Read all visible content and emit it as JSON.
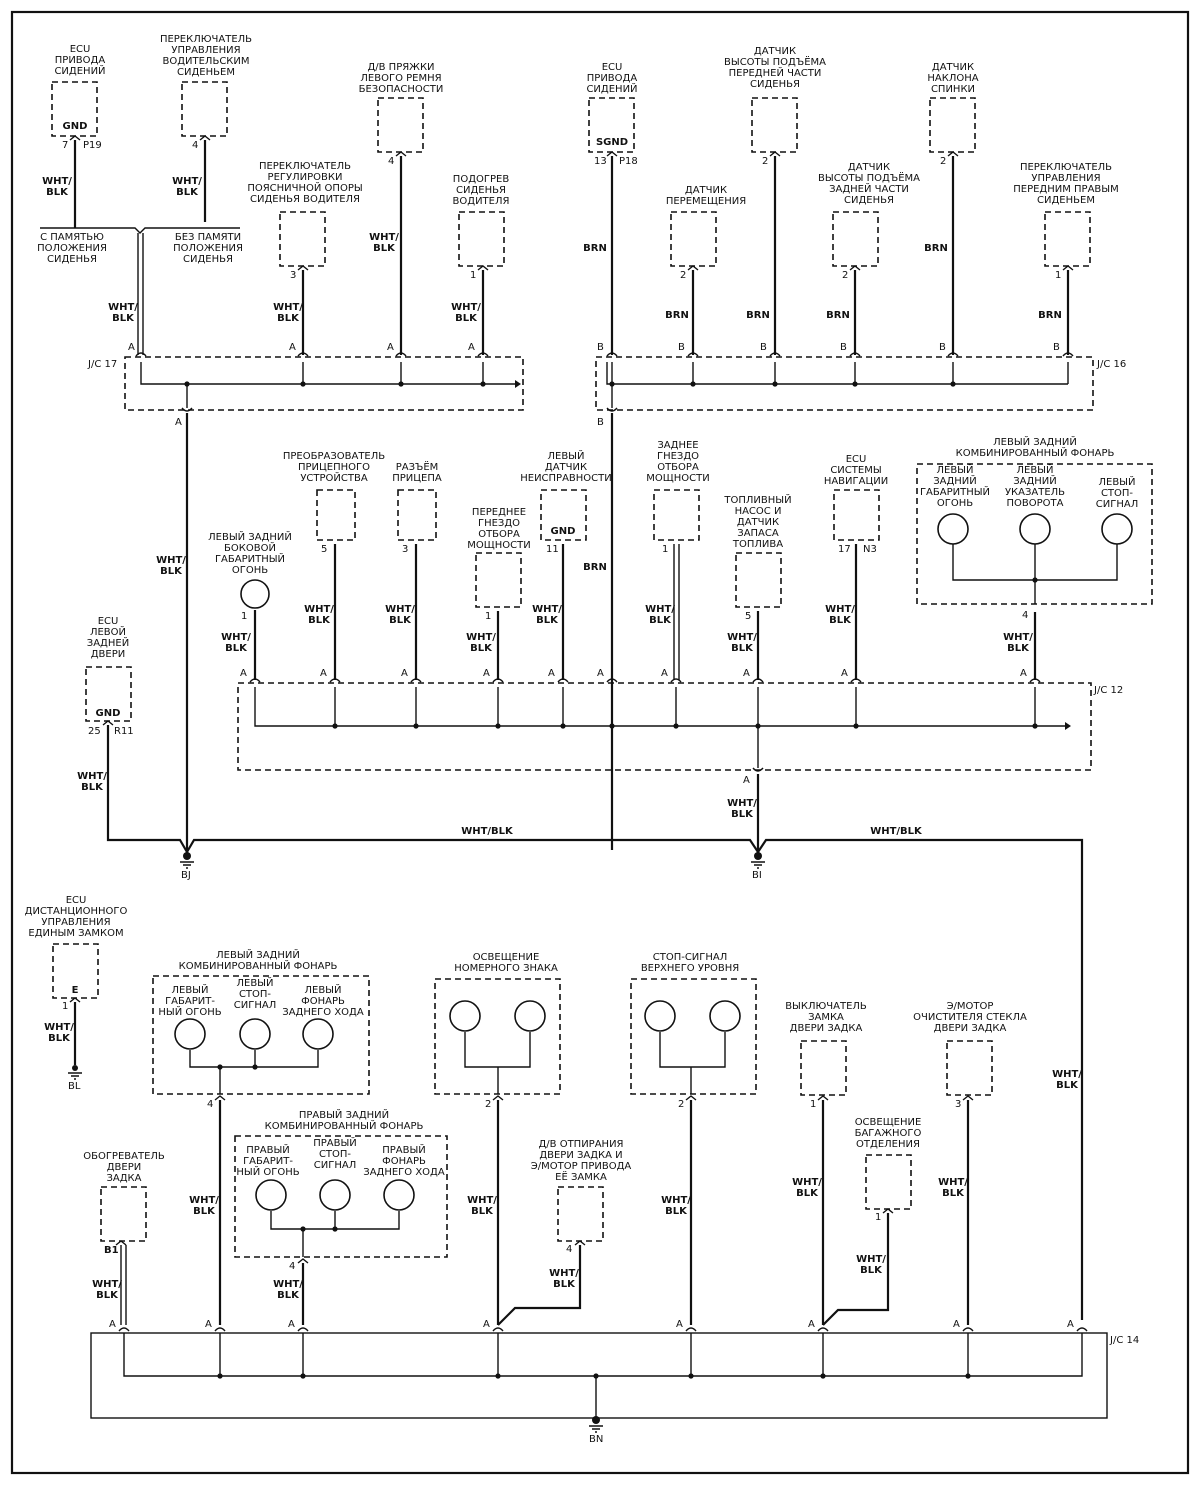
{
  "labels": {
    "wire_wht_blk": "WHT/",
    "wire_blk": "BLK",
    "wire_wht_blk_full": "WHT/BLK",
    "wire_brn": "BRN",
    "conn_a": "A",
    "conn_b": "B",
    "gnd": "GND",
    "sgnd": "SGND",
    "e": "E",
    "b1": "B1"
  },
  "junctions": {
    "jc17": "J/C 17",
    "jc16": "J/C 16",
    "jc12": "J/C 12",
    "jc14": "J/C 14"
  },
  "grounds": {
    "bj": "BJ",
    "bi": "BI",
    "bl": "BL",
    "bn": "BN"
  },
  "pins": {
    "p7": "7",
    "p19": "P19",
    "p4": "4",
    "p3": "3",
    "p1": "1",
    "p13": "13",
    "p18": "P18",
    "p2": "2",
    "p5": "5",
    "p11": "11",
    "p17": "17",
    "n3": "N3",
    "p25": "25",
    "r11": "R11"
  },
  "components": {
    "ecu_seat_left": [
      "ECU",
      "ПРИВОДА",
      "СИДЕНИЙ"
    ],
    "driver_seat_switch": [
      "ПЕРЕКЛЮЧАТЕЛЬ",
      "УПРАВЛЕНИЯ",
      "ВОДИТЕЛЬСКИМ",
      "СИДЕНЬЕМ"
    ],
    "buckle_sensor": [
      "Д/В ПРЯЖКИ",
      "ЛЕВОГО РЕМНЯ",
      "БЕЗОПАСНОСТИ"
    ],
    "lumbar_switch": [
      "ПЕРЕКЛЮЧАТЕЛЬ",
      "РЕГУЛИРОВКИ",
      "ПОЯСНИЧНОЙ ОПОРЫ",
      "СИДЕНЬЯ ВОДИТЕЛЯ"
    ],
    "seat_heater": [
      "ПОДОГРЕВ",
      "СИДЕНЬЯ",
      "ВОДИТЕЛЯ"
    ],
    "with_memory": [
      "С ПАМЯТЬЮ",
      "ПОЛОЖЕНИЯ",
      "СИДЕНЬЯ"
    ],
    "without_memory": [
      "БЕЗ ПАМЯТИ",
      "ПОЛОЖЕНИЯ",
      "СИДЕНЬЯ"
    ],
    "ecu_seat_right": [
      "ECU",
      "ПРИВОДА",
      "СИДЕНИЙ"
    ],
    "front_height_sensor": [
      "ДАТЧИК",
      "ВЫСОТЫ ПОДЪЁМА",
      "ПЕРЕДНЕЙ ЧАСТИ",
      "СИДЕНЬЯ"
    ],
    "recline_sensor": [
      "ДАТЧИК",
      "НАКЛОНА",
      "СПИНКИ"
    ],
    "slide_sensor": [
      "ДАТЧИК",
      "ПЕРЕМЕЩЕНИЯ"
    ],
    "rear_height_sensor": [
      "ДАТЧИК",
      "ВЫСОТЫ ПОДЪЁМА",
      "ЗАДНЕЙ ЧАСТИ",
      "СИДЕНЬЯ"
    ],
    "front_right_seat_switch": [
      "ПЕРЕКЛЮЧАТЕЛЬ",
      "УПРАВЛЕНИЯ",
      "ПЕРЕДНИМ ПРАВЫМ",
      "СИДЕНЬЕМ"
    ],
    "trailer_converter": [
      "ПРЕОБРАЗОВАТЕЛЬ",
      "ПРИЦЕПНОГО",
      "УСТРОЙСТВА"
    ],
    "trailer_connector": [
      "РАЗЪЁМ",
      "ПРИЦЕПА"
    ],
    "left_fault_sensor": [
      "ЛЕВЫЙ",
      "ДАТЧИК",
      "НЕИСПРАВНОСТИ"
    ],
    "rear_pto": [
      "ЗАДНЕЕ",
      "ГНЕЗДО",
      "ОТБОРА",
      "МОЩНОСТИ"
    ],
    "front_pto": [
      "ПЕРЕДНЕЕ",
      "ГНЕЗДО",
      "ОТБОРА",
      "МОЩНОСТИ"
    ],
    "fuel_pump": [
      "ТОПЛИВНЫЙ",
      "НАСОС И",
      "ДАТЧИК",
      "ЗАПАСА",
      "ТОПЛИВА"
    ],
    "nav_ecu": [
      "ECU",
      "СИСТЕМЫ",
      "НАВИГАЦИИ"
    ],
    "side_marker": [
      "ЛЕВЫЙ ЗАДНИЙ",
      "БОКОВОЙ",
      "ГАБАРИТНЫЙ",
      "ОГОНЬ"
    ],
    "left_combo_top": [
      "ЛЕВЫЙ ЗАДНИЙ",
      "КОМБИНИРОВАННЫЙ ФОНАРЬ"
    ],
    "lct_tail": [
      "ЛЕВЫЙ",
      "ЗАДНИЙ",
      "ГАБАРИТНЫЙ",
      "ОГОНЬ"
    ],
    "lct_turn": [
      "ЛЕВЫЙ",
      "ЗАДНИЙ",
      "УКАЗАТЕЛЬ",
      "ПОВОРОТА"
    ],
    "lct_stop": [
      "ЛЕВЫЙ",
      "СТОП-",
      "СИГНАЛ"
    ],
    "ecu_left_rear_door": [
      "ECU",
      "ЛЕВОЙ",
      "ЗАДНЕЙ",
      "ДВЕРИ"
    ],
    "ecu_keyless": [
      "ECU",
      "ДИСТАНЦИОННОГО",
      "УПРАВЛЕНИЯ",
      "ЕДИНЫМ ЗАМКОМ"
    ],
    "left_combo_bottom": [
      "ЛЕВЫЙ ЗАДНИЙ",
      "КОМБИНИРОВАННЫЙ ФОНАРЬ"
    ],
    "lcb_tail": [
      "ЛЕВЫЙ",
      "ГАБАРИТ-",
      "НЫЙ ОГОНЬ"
    ],
    "lcb_stop": [
      "ЛЕВЫЙ",
      "СТОП-",
      "СИГНАЛ"
    ],
    "lcb_reverse": [
      "ЛЕВЫЙ",
      "ФОНАРЬ",
      "ЗАДНЕГО ХОДА"
    ],
    "license_light": [
      "ОСВЕЩЕНИЕ",
      "НОМЕРНОГО ЗНАКА"
    ],
    "high_stop": [
      "СТОП-СИГНАЛ",
      "ВЕРХНЕГО УРОВНЯ"
    ],
    "tailgate_lock_switch": [
      "ВЫКЛЮЧАТЕЛЬ",
      "ЗАМКА",
      "ДВЕРИ ЗАДКА"
    ],
    "wiper_motor": [
      "Э/МОТОР",
      "ОЧИСТИТЕЛЯ СТЕКЛА",
      "ДВЕРИ ЗАДКА"
    ],
    "right_combo": [
      "ПРАВЫЙ ЗАДНИЙ",
      "КОМБИНИРОВАННЫЙ ФОНАРЬ"
    ],
    "rc_tail": [
      "ПРАВЫЙ",
      "ГАБАРИТ-",
      "НЫЙ ОГОНЬ"
    ],
    "rc_stop": [
      "ПРАВЫЙ",
      "СТОП-",
      "СИГНАЛ"
    ],
    "rc_reverse": [
      "ПРАВЫЙ",
      "ФОНАРЬ",
      "ЗАДНЕГО ХОДА"
    ],
    "tailgate_heater": [
      "ОБОГРЕВАТЕЛЬ",
      "ДВЕРИ",
      "ЗАДКА"
    ],
    "tailgate_opener": [
      "Д/В ОТПИРАНИЯ",
      "ДВЕРИ ЗАДКА И",
      "Э/МОТОР ПРИВОДА",
      "ЕЁ ЗАМКА"
    ],
    "luggage_light": [
      "ОСВЕЩЕНИЕ",
      "БАГАЖНОГО",
      "ОТДЕЛЕНИЯ"
    ]
  }
}
